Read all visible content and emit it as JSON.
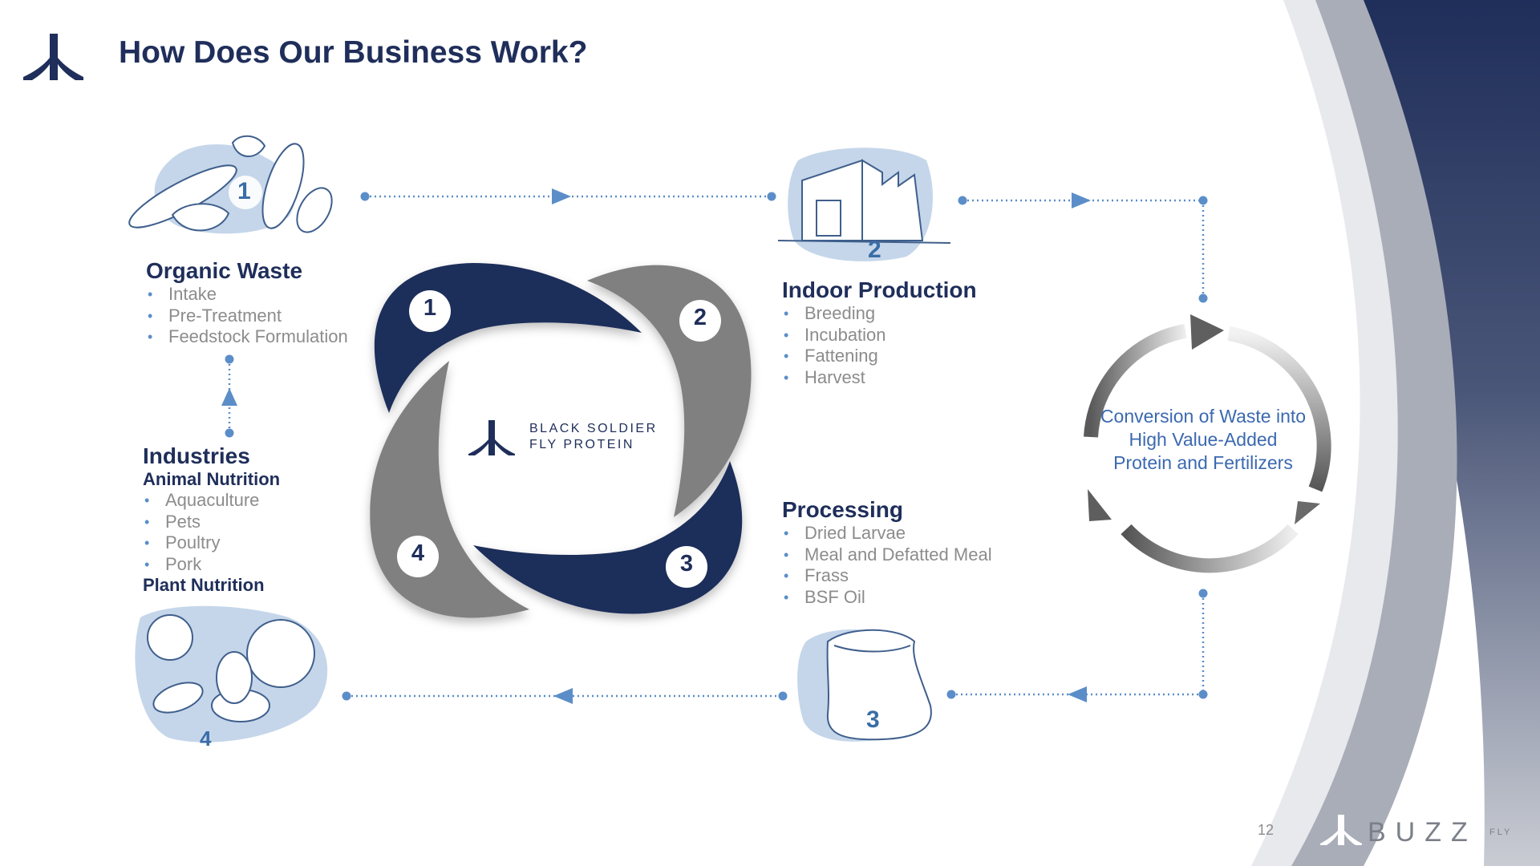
{
  "slide": {
    "title": "How Does Our Business Work?",
    "page_number": "12"
  },
  "center_logo": {
    "line1": "BLACK SOLDIER",
    "line2": "FLY PROTEIN"
  },
  "cycle_numbers": [
    "1",
    "2",
    "3",
    "4"
  ],
  "sections": {
    "organic_waste": {
      "number": "1",
      "title": "Organic Waste",
      "items": [
        "Intake",
        "Pre-Treatment",
        "Feedstock Formulation"
      ]
    },
    "indoor_production": {
      "number": "2",
      "title": "Indoor Production",
      "items": [
        "Breeding",
        "Incubation",
        "Fattening",
        "Harvest"
      ]
    },
    "processing": {
      "number": "3",
      "title": "Processing",
      "items": [
        "Dried Larvae",
        "Meal and Defatted Meal",
        "Frass",
        "BSF Oil"
      ]
    },
    "industries": {
      "number": "4",
      "title": "Industries",
      "subtitle1": "Animal Nutrition",
      "items": [
        "Aquaculture",
        "Pets",
        "Poultry",
        "Pork"
      ],
      "subtitle2": "Plant Nutrition"
    }
  },
  "conversion_text": "Conversion of Waste into High Value-Added Protein and Fertilizers",
  "brand": {
    "name": "BUZZ",
    "suffix": "FLY"
  },
  "colors": {
    "navy": "#1f2e5a",
    "gray": "#808080",
    "accent_blue": "#3b69b0",
    "dot_blue": "#5b8ec8",
    "light_blue": "#c5d6ea"
  }
}
